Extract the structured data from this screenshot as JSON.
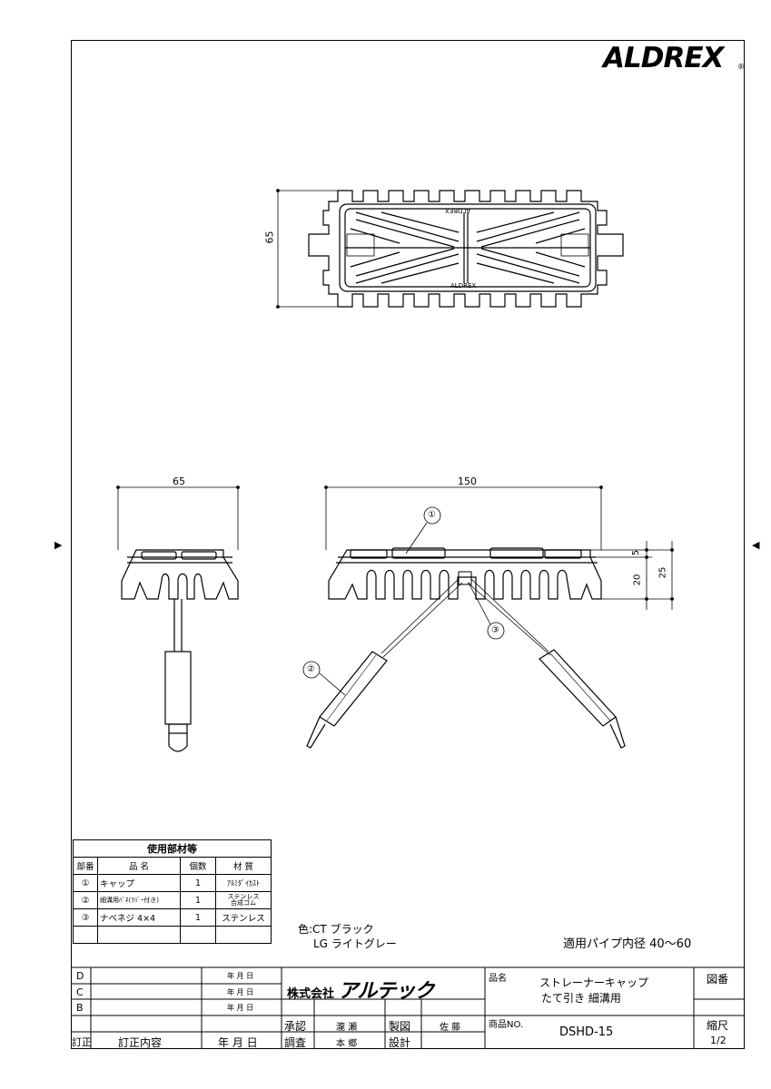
{
  "brand": {
    "logo": "ALDREX",
    "registered": "®"
  },
  "drawing": {
    "top_view": {
      "height_dim": "65"
    },
    "side_view": {
      "width_dim": "65"
    },
    "front_view": {
      "length_dim": "150",
      "dim_5": "5",
      "dim_20": "20",
      "dim_25": "25"
    },
    "callouts": [
      "①",
      "②",
      "③"
    ],
    "cast_text": "ALDREX"
  },
  "parts_table": {
    "title": "使用部材等",
    "headers": [
      "部番",
      "品 名",
      "個数",
      "材 質"
    ],
    "rows": [
      {
        "no": "①",
        "name": "キャップ",
        "qty": "1",
        "material": "ｱﾙﾐﾀﾞｲｶｽﾄ"
      },
      {
        "no": "②",
        "name": "細溝用ﾊﾞﾈ(ﾗﾊﾞｰ付き)",
        "qty": "1",
        "material": "ステンレス",
        "material2": "合成ゴム"
      },
      {
        "no": "③",
        "name": "ナベネジ 4×4",
        "qty": "1",
        "material": "ステンレス"
      }
    ]
  },
  "colors_note": {
    "line1": "色:CT ブラック",
    "line2": "LG ライトグレー"
  },
  "pipe_note": "適用パイプ内径 40〜60",
  "title_block": {
    "revisions": [
      "D",
      "C",
      "B"
    ],
    "date_label": "年 月 日",
    "rev_label": "訂正",
    "rev_content": "訂正内容",
    "rev_date": "年 月 日",
    "company": "株式会社",
    "company_name": "アルテック",
    "approve": "承認",
    "approve_name": "瀧 瀬",
    "draw": "製図",
    "draw_name": "佐 藤",
    "check": "調査",
    "check_name": "本 郷",
    "design": "設計",
    "product_label": "品名",
    "product_name1": "ストレーナーキャップ",
    "product_name2": "たて引き 細溝用",
    "drawing_no_label": "図番",
    "product_no_label": "商品NO.",
    "product_no": "DSHD-15",
    "scale_label": "縮尺",
    "scale": "1/2"
  }
}
